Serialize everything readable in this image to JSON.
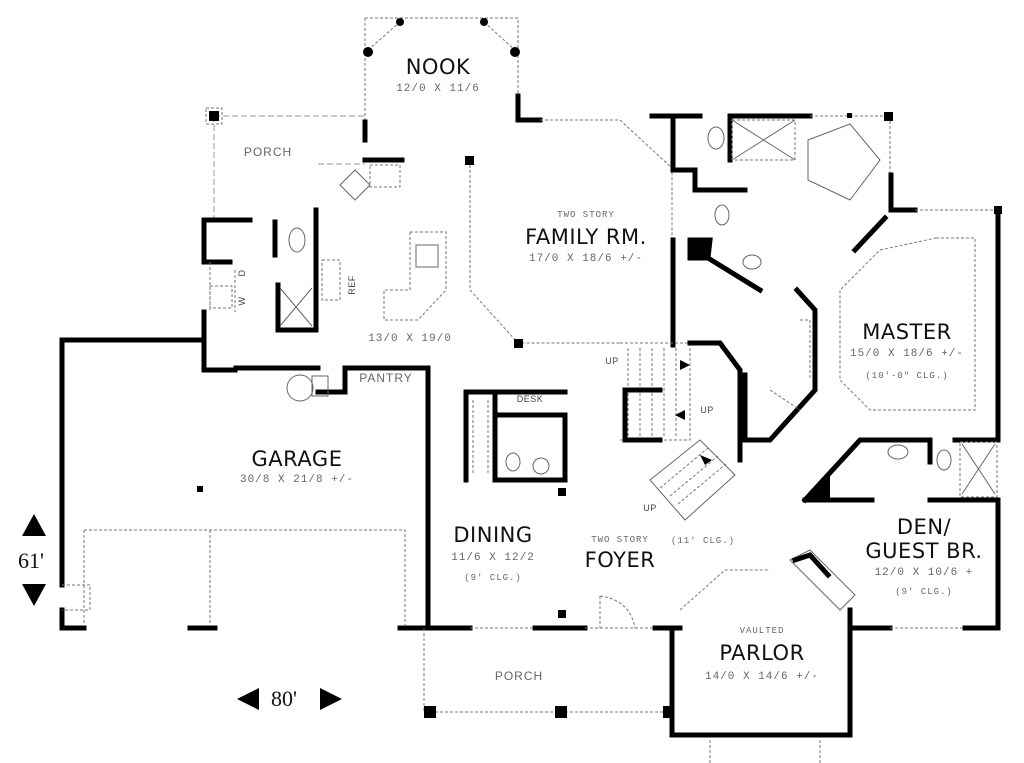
{
  "plan": {
    "rooms": [
      {
        "id": "nook",
        "name": "NOOK",
        "dims": "12/0 X 11/6",
        "note": "",
        "prefix": ""
      },
      {
        "id": "family",
        "name": "FAMILY RM.",
        "dims": "17/0 X 18/6 +/-",
        "note": "",
        "prefix": "TWO STORY"
      },
      {
        "id": "kitchen",
        "name": "",
        "dims": "13/0 X 19/0",
        "note": "",
        "prefix": ""
      },
      {
        "id": "master",
        "name": "MASTER",
        "dims": "15/0 X 18/6 +/-",
        "note": "(10'-0\" CLG.)",
        "prefix": ""
      },
      {
        "id": "garage",
        "name": "GARAGE",
        "dims": "30/8 X 21/8 +/-",
        "note": "",
        "prefix": ""
      },
      {
        "id": "dining",
        "name": "DINING",
        "dims": "11/6 X 12/2",
        "note": "(9' CLG.)",
        "prefix": ""
      },
      {
        "id": "foyer",
        "name": "FOYER",
        "dims": "",
        "note": "(11' CLG.)",
        "prefix": "TWO STORY"
      },
      {
        "id": "den",
        "name": "DEN/ GUEST BR.",
        "name_line1": "DEN/",
        "name_line2": "GUEST BR.",
        "dims": "12/0 X 10/6 +",
        "note": "(9' CLG.)",
        "prefix": ""
      },
      {
        "id": "parlor",
        "name": "PARLOR",
        "dims": "14/0 X 14/6 +/-",
        "note": "",
        "prefix": "VAULTED"
      }
    ],
    "minor_labels": {
      "porch_back": "PORCH",
      "porch_front": "PORCH",
      "pantry": "PANTRY",
      "desk": "DESK",
      "ref": "REF",
      "washer": "W",
      "dryer": "D",
      "up1": "UP",
      "up2": "UP",
      "up3": "UP"
    },
    "overall_dims": {
      "depth": "61'",
      "width": "80'"
    }
  }
}
